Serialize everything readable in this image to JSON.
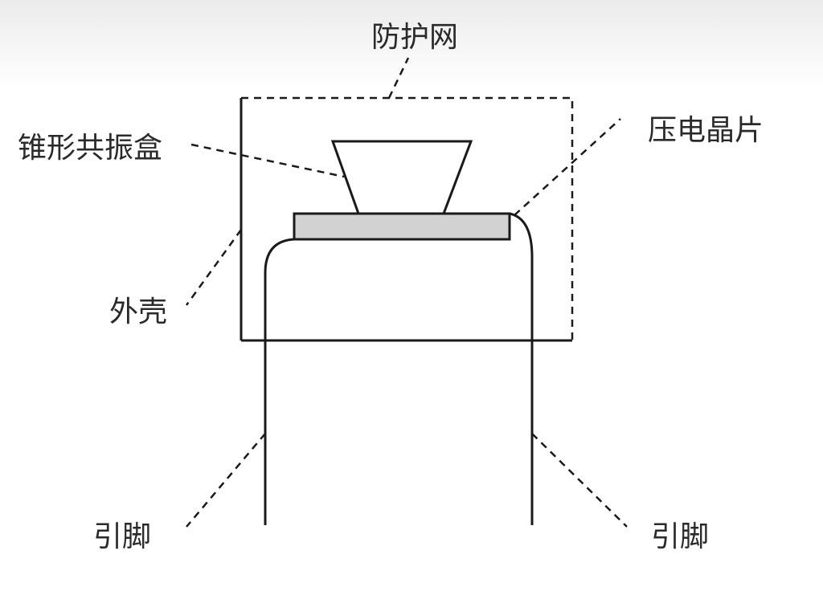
{
  "labels": {
    "protective_mesh": "防护网",
    "cone_resonator": "锥形共振盒",
    "piezo_chip": "压电晶片",
    "housing": "外壳",
    "pin_left": "引脚",
    "pin_right": "引脚"
  }
}
